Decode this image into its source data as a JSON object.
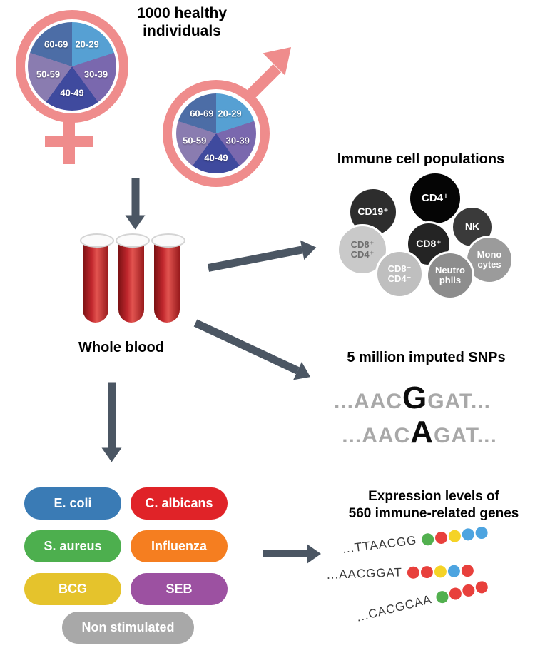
{
  "header": {
    "title_line1": "1000 healthy",
    "title_line2": "individuals"
  },
  "demographics": {
    "symbol_color": "#ef8c8c",
    "age_segments": [
      {
        "label": "20-29",
        "color": "#56a0d3"
      },
      {
        "label": "30-39",
        "color": "#7a68ae"
      },
      {
        "label": "40-49",
        "color": "#3f4a9e"
      },
      {
        "label": "50-59",
        "color": "#8a7cb0"
      },
      {
        "label": "60-69",
        "color": "#4c6da6"
      }
    ]
  },
  "whole_blood": {
    "label": "Whole blood"
  },
  "immune_cells": {
    "title": "Immune cell populations",
    "cells": [
      {
        "label": "CD19⁺",
        "color": "#2d2d2d",
        "text_color": "#ffffff"
      },
      {
        "label": "CD4⁺",
        "color": "#050505",
        "text_color": "#ffffff"
      },
      {
        "label": "NK",
        "color": "#3a3a3a",
        "text_color": "#ffffff"
      },
      {
        "label": "CD8⁺",
        "color": "#242424",
        "text_color": "#ffffff"
      },
      {
        "label": "CD8⁺\nCD4⁺",
        "color": "#c9c9c9",
        "text_color": "#6f6f6f"
      },
      {
        "label": "Mono\ncytes",
        "color": "#9b9b9b",
        "text_color": "#ffffff"
      },
      {
        "label": "CD8⁻\nCD4⁻",
        "color": "#bfbfbf",
        "text_color": "#ffffff"
      },
      {
        "label": "Neutro\nphils",
        "color": "#8d8d8d",
        "text_color": "#ffffff"
      }
    ]
  },
  "snps": {
    "title": "5 million imputed SNPs",
    "lines": [
      {
        "prefix": "...AAC",
        "variant": "G",
        "suffix": "GAT..."
      },
      {
        "prefix": "...AAC",
        "variant": "A",
        "suffix": "GAT..."
      }
    ]
  },
  "stimuli": {
    "items": [
      {
        "label": "E. coli",
        "color": "#3a7bb5"
      },
      {
        "label": "C. albicans",
        "color": "#e02328"
      },
      {
        "label": "S. aureus",
        "color": "#4daf4e"
      },
      {
        "label": "Influenza",
        "color": "#f57e20"
      },
      {
        "label": "BCG",
        "color": "#e5c32c"
      },
      {
        "label": "SEB",
        "color": "#9c51a1"
      },
      {
        "label": "Non stimulated",
        "color": "#a8a8a8"
      }
    ]
  },
  "expression": {
    "title_line1": "Expression levels of",
    "title_line2": "560 immune-related genes",
    "rows": [
      {
        "seq": "...TTAACGG",
        "dots": [
          "#52b04f",
          "#e8403c",
          "#f5d327",
          "#4da4e0",
          "#4da4e0"
        ]
      },
      {
        "seq": "...AACGGAT",
        "dots": [
          "#e8403c",
          "#e8403c",
          "#f5d327",
          "#4da4e0",
          "#e8403c"
        ]
      },
      {
        "seq": "...CACGCAA",
        "dots": [
          "#52b04f",
          "#e8403c",
          "#e8403c",
          "#e8403c"
        ]
      }
    ]
  }
}
